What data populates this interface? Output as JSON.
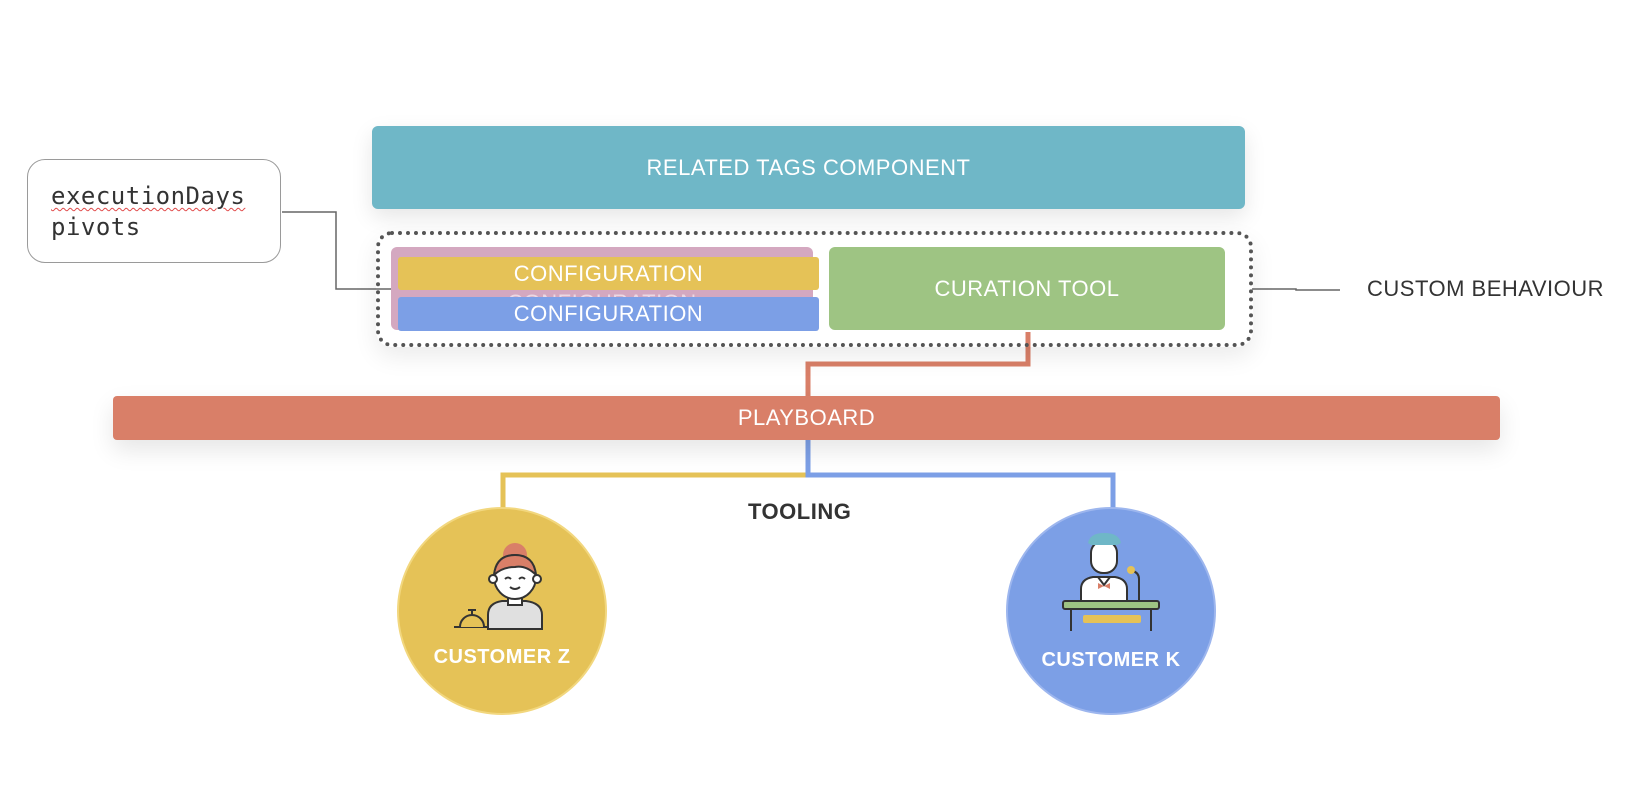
{
  "note": {
    "line1": "executionDays",
    "line2": "pivots"
  },
  "related_tags": {
    "label": "RELATED TAGS COMPONENT",
    "color": "#6fb7c7"
  },
  "configuration_stack": {
    "back_label": "CONFIGURATION",
    "top_label": "CONFIGURATION",
    "bottom_label": "CONFIGURATION",
    "back_color": "#d4a8c0",
    "top_color": "#e5c257",
    "bottom_color": "#7c9fe6"
  },
  "curation_tool": {
    "label": "CURATION TOOL",
    "color": "#9ec483"
  },
  "custom_behaviour": {
    "label": "CUSTOM BEHAVIOUR"
  },
  "playboard": {
    "label": "PLAYBOARD",
    "color": "#d97f68"
  },
  "tooling": {
    "label": "TOOLING"
  },
  "customers": [
    {
      "label": "CUSTOMER Z",
      "color": "#e5c257",
      "icon": "receptionist-icon"
    },
    {
      "label": "CUSTOMER K",
      "color": "#7c9fe6",
      "icon": "speaker-at-podium-icon"
    }
  ]
}
